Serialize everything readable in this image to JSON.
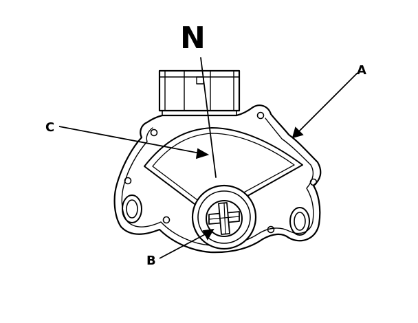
{
  "diagram": {
    "labels": {
      "n": "N",
      "a": "A",
      "b": "B",
      "c": "C"
    },
    "line_color": "#000000",
    "background": "#ffffff"
  }
}
